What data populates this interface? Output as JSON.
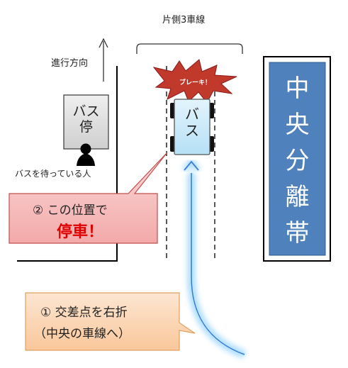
{
  "header": {
    "lanes_label": "片側3車線",
    "direction_label": "進行方向"
  },
  "bus_stop": {
    "sign_line1": "バス",
    "sign_line2": "停",
    "person_label": "バスを待っている人"
  },
  "bus": {
    "line1": "バ",
    "line2": "ス",
    "brake_label": "ブレーキ！"
  },
  "median": {
    "chars": [
      "中",
      "央",
      "分",
      "離",
      "帯"
    ]
  },
  "callout_stop": {
    "line1": "② この位置で",
    "line2": "停車！"
  },
  "callout_turn": {
    "line1": "① 交差点を右折",
    "line2": "（中央の車線へ）"
  },
  "colors": {
    "median_fill": "#4f81bd",
    "median_text": "#ffffff",
    "stop_callout_fill": "#f4b8b8",
    "stop_callout_border": "#c0504d",
    "stop_emphasis_text": "#e00000",
    "turn_callout_fill": "#fcd5b4",
    "turn_callout_border": "#e0a060",
    "bus_fill": "#c7e8f8",
    "brake_burst": "#c0392b",
    "path_glow": "#9fd8ff",
    "path_line": "#3a7fd4"
  },
  "icons": [
    "up-arrow-icon",
    "person-icon",
    "brake-burst-icon",
    "wheel-icon",
    "turn-path-arrow"
  ]
}
